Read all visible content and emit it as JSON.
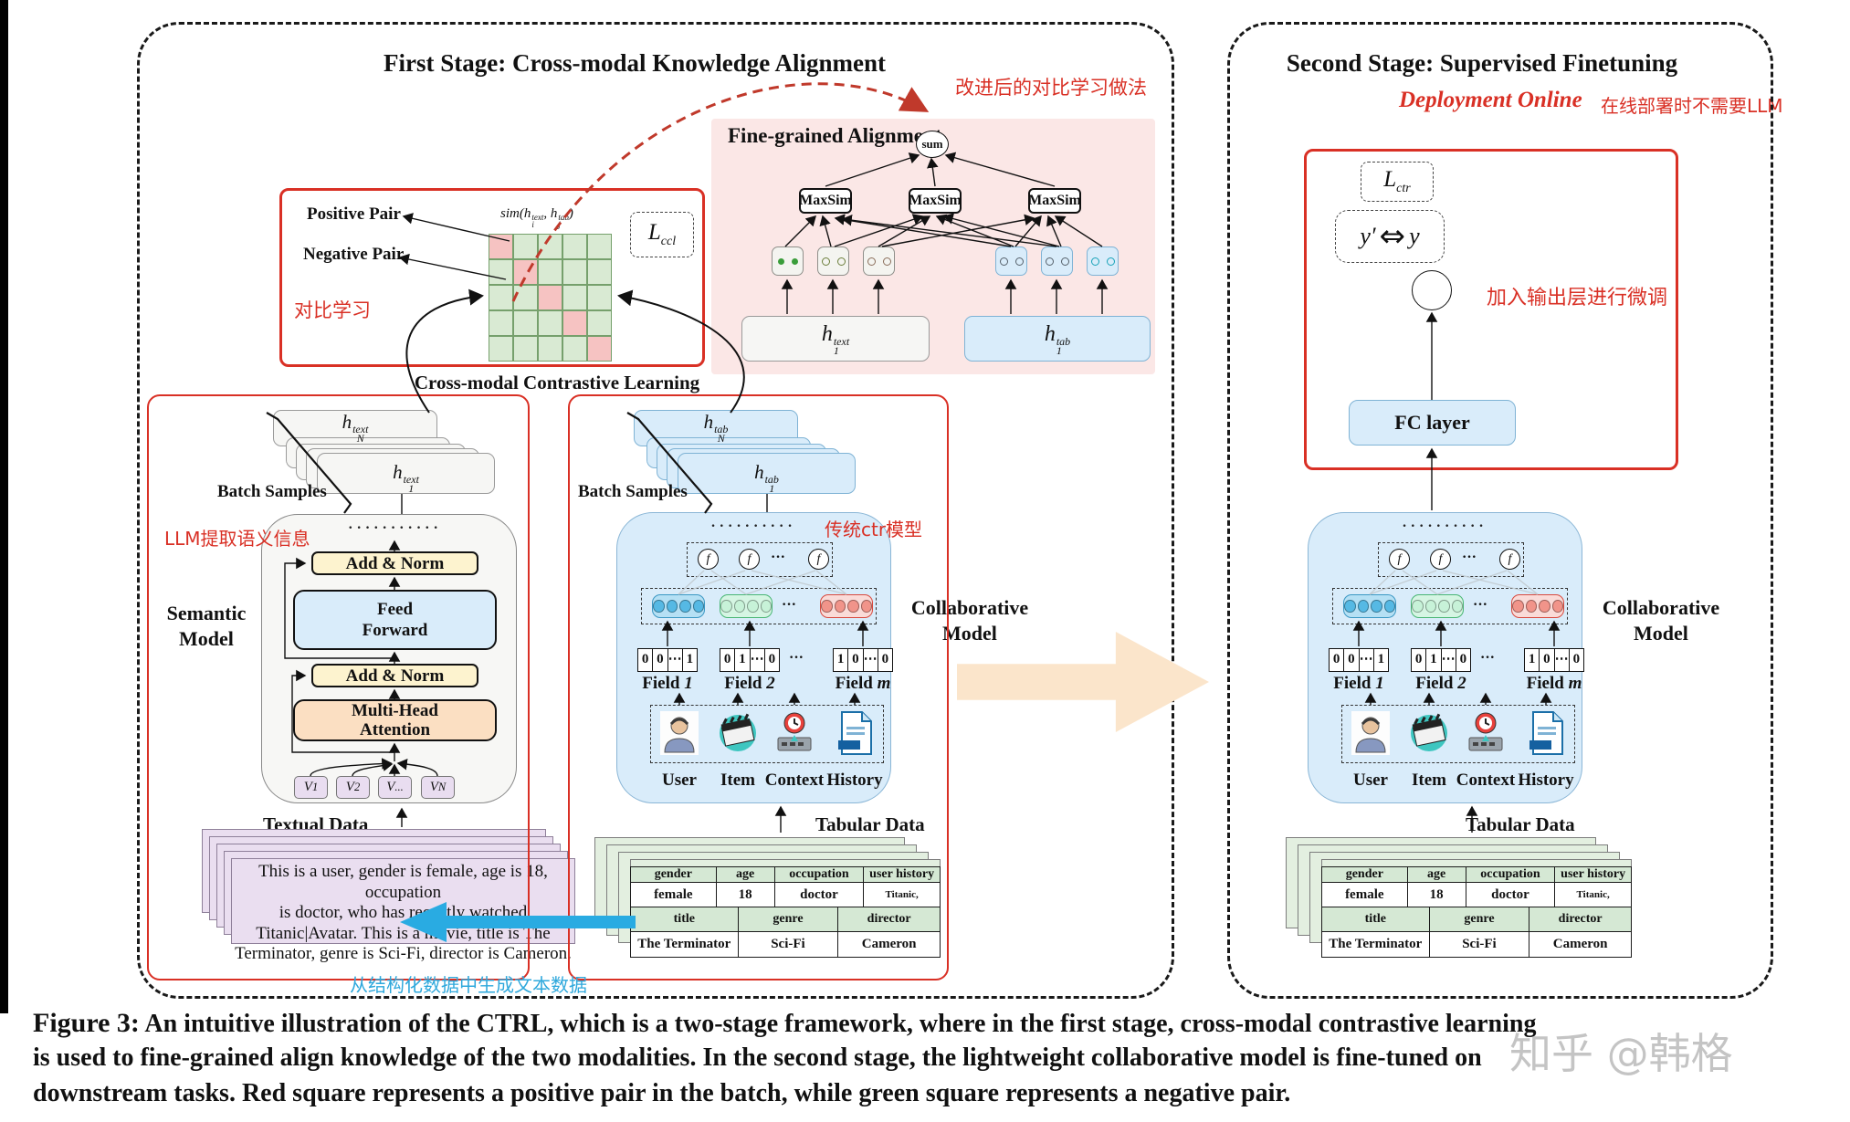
{
  "colors": {
    "accent": "#d93025",
    "pink_panel": "#fbe7e6",
    "light_blue": "#d9ecfa",
    "light_blue_border": "#7fb3d5",
    "yellow": "#fdf3cf",
    "orange": "#fbdfc2",
    "purple": "#e9ddf0",
    "table_green": "#d5e8d4",
    "matrix_green": "#d9ead3",
    "matrix_red": "#f6c3c2",
    "peach_arrow": "#fbe5cb",
    "blue_arrow": "#29abe2",
    "note_blue": "#2ea8dc"
  },
  "stage1": {
    "title": "First Stage: Cross-modal Knowledge Alignment",
    "improved_note": "改进后的对比学习做法",
    "contrastive": {
      "positive_pair": "Positive Pair",
      "negative_pair": "Negative Pair",
      "cn_note": "对比学习",
      "sim": {
        "prefix": "sim(",
        "h1": {
          "base": "h",
          "sub": "i",
          "sup": "text"
        },
        "sep": ", ",
        "h2": {
          "base": "h",
          "sub": "j",
          "sup": "tab"
        },
        "suffix": ")"
      },
      "loss": {
        "base": "L",
        "sub": "ccl"
      },
      "matrix": {
        "rows": 5,
        "cols": 5,
        "red_cells": [
          [
            0,
            0
          ],
          [
            1,
            1
          ],
          [
            2,
            2
          ],
          [
            3,
            3
          ],
          [
            4,
            4
          ]
        ]
      },
      "caption": "Cross-modal Contrastive  Learning"
    },
    "fine_grained": {
      "title": "Fine-grained Alignment",
      "sum": "sum",
      "maxsim": [
        "MaxSim",
        "MaxSim",
        "MaxSim"
      ],
      "h_text": {
        "base": "h",
        "sub": "1",
        "sup": "text"
      },
      "h_tab": {
        "base": "h",
        "sub": "1",
        "sup": "tab"
      }
    },
    "semantic": {
      "batch_samples": "Batch Samples",
      "llm_note": "LLM提取语义信息",
      "label1": "Semantic",
      "label2": "Model",
      "h_back": {
        "base": "h",
        "sub": "N",
        "sup": "text"
      },
      "h_front": {
        "base": "h",
        "sub": "1",
        "sup": "text"
      },
      "dots": "···········",
      "add_norm": "Add & Norm",
      "ff1": "Feed",
      "ff2": "Forward",
      "add_norm2": "Add & Norm",
      "mha1": "Multi-Head",
      "mha2": "Attention",
      "v_tokens": [
        {
          "base": "V",
          "sub": "1"
        },
        {
          "base": "V",
          "sub": "2"
        },
        {
          "base": "V",
          "sub": "..."
        },
        {
          "base": "V",
          "sub": "N"
        }
      ],
      "textual_label": "Textual Data",
      "text_lines": [
        "This is a user, gender is female, age is 18,  occupation",
        "is doctor, who has recently watched",
        "Titanic|Avatar. This is a movie, title is The",
        "Terminator,   genre is Sci-Fi, director is Cameron."
      ],
      "generate_note": "从结构化数据中生成文本数据"
    },
    "collab_batch_samples": "Batch Samples",
    "ctr_note": "传统ctr模型",
    "h_tab_back": {
      "base": "h",
      "sub": "N",
      "sup": "tab"
    },
    "h_tab_front": {
      "base": "h",
      "sub": "1",
      "sup": "tab"
    }
  },
  "collab": {
    "dots": "··········",
    "f": "f",
    "ellipsis": "···",
    "label1": "Collaborative",
    "label2": "Model",
    "fields": [
      {
        "name": "Field",
        "index": "1",
        "vector": [
          "0",
          "0",
          "⋯",
          "1"
        ]
      },
      {
        "name": "Field",
        "index": "2",
        "vector": [
          "0",
          "1",
          "⋯",
          "0"
        ]
      },
      {
        "name": "Field",
        "index": "m",
        "vector": [
          "1",
          "0",
          "⋯",
          "0"
        ]
      }
    ],
    "entities": [
      "User",
      "Item",
      "Context",
      "History"
    ],
    "tabular_label": "Tabular Data",
    "table": {
      "header1": [
        "gender",
        "age",
        "occupation",
        "user history"
      ],
      "row1": [
        "female",
        "18",
        "doctor",
        "Titanic,"
      ],
      "header2": [
        "title",
        "genre",
        "director"
      ],
      "row2": [
        "The Terminator",
        "Sci-Fi",
        "Cameron"
      ]
    }
  },
  "stage2": {
    "title": "Second Stage: Supervised Finetuning",
    "deployment_note": "Deployment Online",
    "deployment_note_cn": "在线部署时不需要LLM",
    "loss": {
      "base": "L",
      "sub": "ctr"
    },
    "y_pred": "y′",
    "arrow": "⇔",
    "y_true": "y",
    "finetune_note": "加入输出层进行微调",
    "fc_layer": "FC layer"
  },
  "caption": {
    "prefix": "Figure 3:",
    "line1": " An intuitive illustration of the CTRL, which is a two-stage framework, where in the first stage, cross-modal contrastive learning",
    "line2": "is used to fine-grained align knowledge of the two modalities. In the second stage, the lightweight collaborative model is fine-tuned on",
    "line3": "downstream tasks. Red square represents a positive pair in the batch, while green square represents a negative pair."
  },
  "watermark": "知乎 @韩格"
}
